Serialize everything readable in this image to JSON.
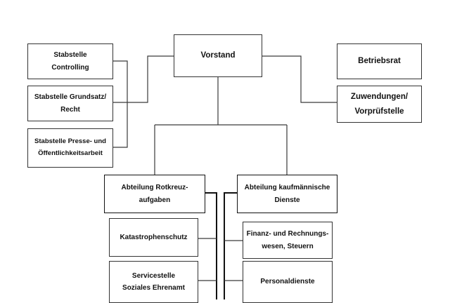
{
  "org_chart": {
    "nodes": {
      "vorstand": "Vorstand",
      "stab_controlling": "Stabstelle\nControlling",
      "stab_grundsatz": "Stabstelle Grundsatz/\nRecht",
      "stab_presse": "Stabstelle Presse- und\nÖffentlichkeitsarbeit",
      "betriebsrat": "Betriebsrat",
      "zuwendungen": "Zuwendungen/\nVorprüfstelle",
      "abt_rotkreuz": "Abteilung Rotkreuz-\naufgaben",
      "abt_kaufm": "Abteilung kaufmännische\nDienste",
      "katastrophenschutz": "Katastrophenschutz",
      "servicestelle": "Servicestelle\nSoziales Ehrenamt",
      "finanz": "Finanz- und Rechnungs-\nwesen, Steuern",
      "personal": "Personaldienste"
    }
  }
}
